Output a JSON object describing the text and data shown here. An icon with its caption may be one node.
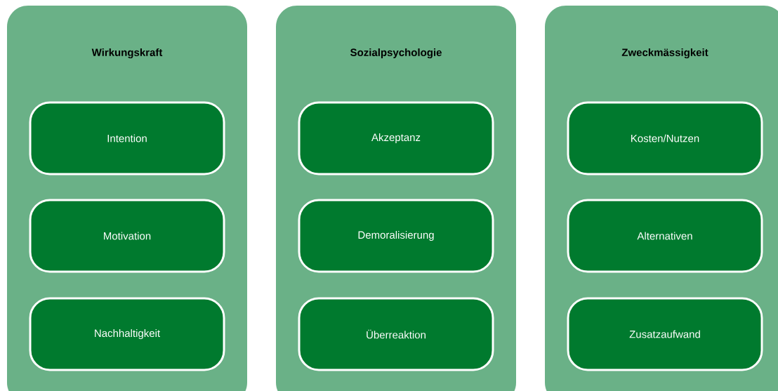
{
  "diagram": {
    "nodes": [
      {
        "text": [
          "Wirkungskraft"
        ]
      },
      {
        "text": [
          "Intention"
        ],
        "in": 0
      },
      {
        "text": [
          "Motivation"
        ],
        "in": 0
      },
      {
        "text": [
          "Nachhaltigkeit"
        ],
        "in": 0
      },
      {
        "text": [
          "Sozialpsychologie"
        ]
      },
      {
        "text": [
          "Akzeptanz"
        ],
        "in": 4
      },
      {
        "text": [
          "Demoralisierung"
        ],
        "in": 4
      },
      {
        "text": [
          "Überreaktion"
        ],
        "in": 4
      },
      {
        "text": [
          "Zweckmässigkeit"
        ]
      },
      {
        "text": [
          "Kosten/Nutzen"
        ],
        "in": 8
      },
      {
        "text": [
          "Alternativen"
        ],
        "in": 8
      },
      {
        "text": [
          "Zusatzaufwand"
        ],
        "in": 8
      }
    ]
  }
}
